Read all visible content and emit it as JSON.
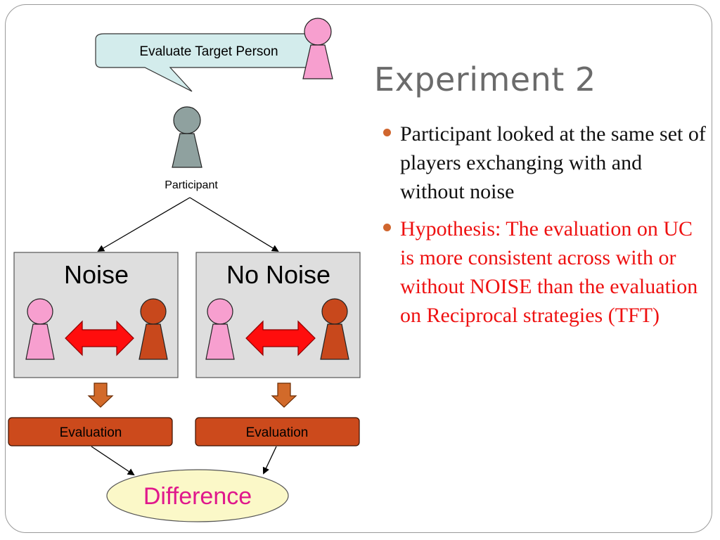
{
  "slide": {
    "title": "Experiment 2",
    "bullets": [
      "Participant looked at the same set of players exchanging with and without noise",
      "Hypothesis: The evaluation on UC is more consistent across with or without NOISE than the evaluation on Reciprocal strategies (TFT)"
    ]
  },
  "diagram": {
    "speech_bubble": "Evaluate Target Person",
    "participant_label": "Participant",
    "noise_box_label": "Noise",
    "no_noise_box_label": "No Noise",
    "evaluation_left": "Evaluation",
    "evaluation_right": "Evaluation",
    "difference_label": "Difference"
  },
  "colors": {
    "pink_figure": "#f79fcf",
    "orange_figure": "#c8481c",
    "gray_figure": "#8fa19f",
    "red_arrow": "#ff0d0d",
    "bubble_fill": "#d3ecec",
    "box_fill": "#dedede",
    "evaluation_fill": "#cc4a1c",
    "difference_fill": "#fbf8c8",
    "difference_text": "#e0188c",
    "bullet_red": "#ee1111",
    "title_gray": "#6b6b6b"
  }
}
